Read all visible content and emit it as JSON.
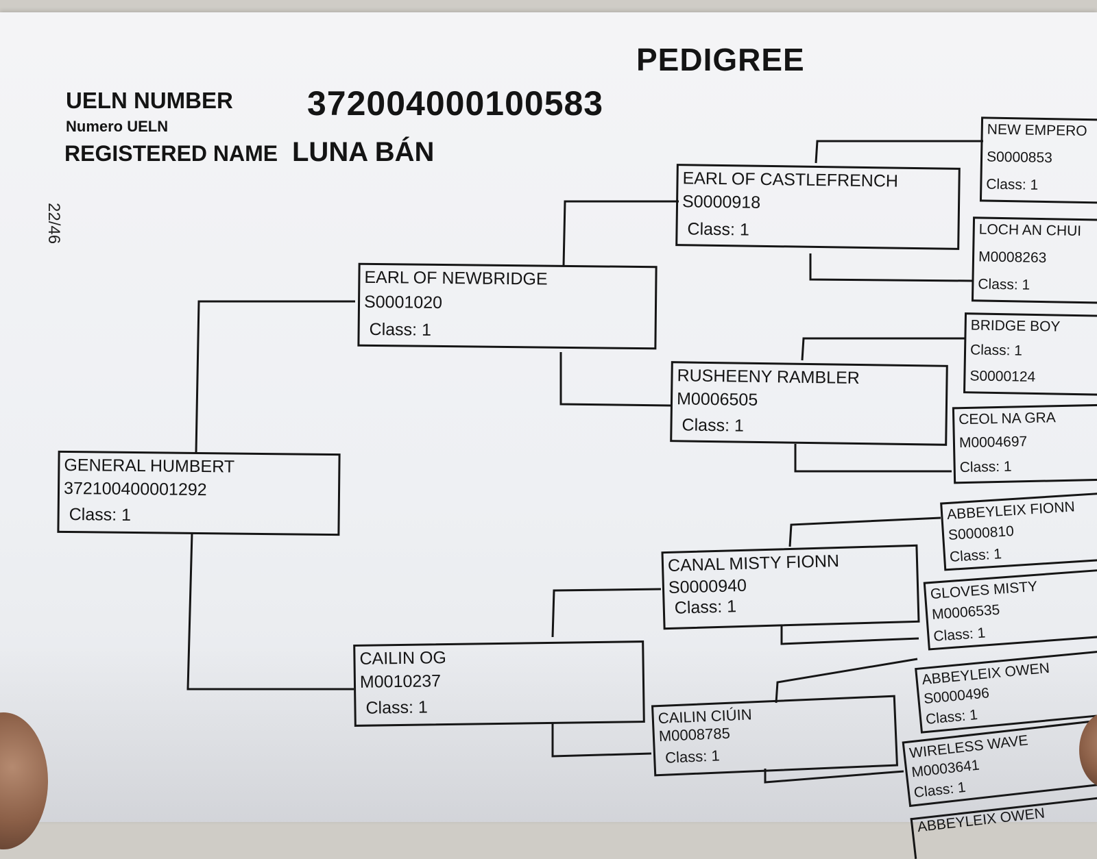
{
  "document": {
    "title": "PEDIGREE",
    "ueln_label": "UELN NUMBER",
    "ueln_sublabel": "Numero UELN",
    "ueln_value": "372004000100583",
    "registered_name_label": "REGISTERED NAME",
    "registered_name_value": "LUNA BÁN",
    "side_code": "22/46"
  },
  "pedigree": {
    "sire": {
      "name": "GENERAL HUMBERT",
      "reg": "372100400001292",
      "class": "Class: 1"
    },
    "sire_sire": {
      "name": "EARL OF NEWBRIDGE",
      "reg": "S0001020",
      "class": "Class: 1"
    },
    "sire_dam": {
      "name": "CAILIN OG",
      "reg": "M0010237",
      "class": "Class: 1"
    },
    "ss_sire": {
      "name": "EARL OF CASTLEFRENCH",
      "reg": "S0000918",
      "class": "Class: 1"
    },
    "ss_dam": {
      "name": "RUSHEENY RAMBLER",
      "reg": "M0006505",
      "class": "Class: 1"
    },
    "sd_sire": {
      "name": "CANAL MISTY FIONN",
      "reg": "S0000940",
      "class": "Class: 1"
    },
    "sd_dam": {
      "name": "CAILIN CIÚIN",
      "reg": "M0008785",
      "class": "Class: 1"
    },
    "g4": [
      {
        "name": "NEW EMPERO",
        "reg": "S0000853",
        "class": "Class: 1"
      },
      {
        "name": "LOCH AN CHUI",
        "reg": "M0008263",
        "class": "Class: 1"
      },
      {
        "name": "BRIDGE BOY",
        "reg": "S0000124",
        "class": "Class: 1"
      },
      {
        "name": "CEOL NA GRA",
        "reg": "M0004697",
        "class": "Class: 1"
      },
      {
        "name": "ABBEYLEIX FIONN",
        "reg": "S0000810",
        "class": "Class: 1"
      },
      {
        "name": "GLOVES MISTY",
        "reg": "M0006535",
        "class": "Class: 1"
      },
      {
        "name": "ABBEYLEIX OWEN",
        "reg": "S0000496",
        "class": "Class: 1"
      },
      {
        "name": "WIRELESS WAVE",
        "reg": "M0003641",
        "class": "Class: 1"
      }
    ],
    "cutoff_name": "ABBEYLEIX OWEN"
  }
}
